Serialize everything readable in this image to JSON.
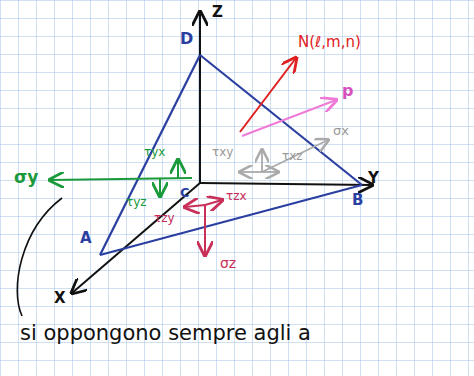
{
  "diagram": {
    "labels": [
      "Z",
      "D",
      "N(ℓ,m,n)",
      "p",
      "τyx",
      "σy",
      "τxy",
      "σx",
      "C",
      "τxz",
      "Y",
      "B",
      "τyz",
      "τzx",
      "τzy",
      "A",
      "σz",
      "X",
      "si oppongono sempre agli a"
    ]
  }
}
